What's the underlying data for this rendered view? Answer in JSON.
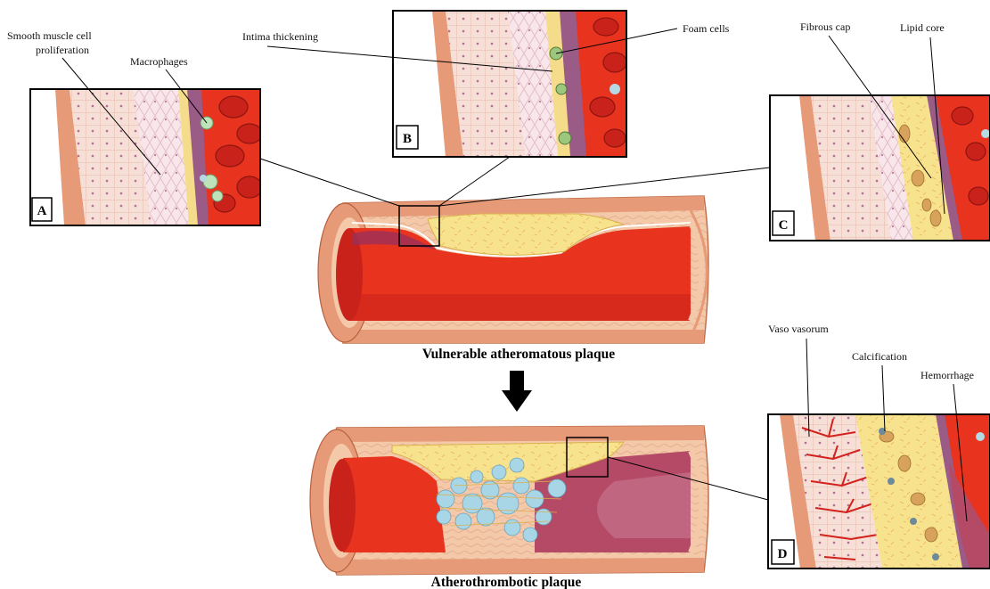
{
  "panels": {
    "A": {
      "letter": "A"
    },
    "B": {
      "letter": "B"
    },
    "C": {
      "letter": "C"
    },
    "D": {
      "letter": "D"
    }
  },
  "labels": {
    "smooth_muscle_line1": "Smooth muscle cell",
    "smooth_muscle_line2": "proliferation",
    "macrophages": "Macrophages",
    "intima_thickening": "Intima thickening",
    "foam_cells": "Foam cells",
    "fibrous_cap": "Fibrous cap",
    "lipid_core": "Lipid core",
    "vaso_vasorum": "Vaso vasorum",
    "calcification": "Calcification",
    "hemorrhage": "Hemorrhage"
  },
  "captions": {
    "top": "Vulnerable atheromatous plaque",
    "bottom": "Atherothrombotic plaque"
  },
  "colors": {
    "blood": "#e8341f",
    "blood_dark": "#c9221a",
    "wall": "#f3c9a9",
    "adventitia": "#e79a77",
    "lipid": "#f6e08a",
    "thrombus": "#a9d6e6",
    "hemorrhage": "#b44a66",
    "vessel": "#d8222a"
  }
}
